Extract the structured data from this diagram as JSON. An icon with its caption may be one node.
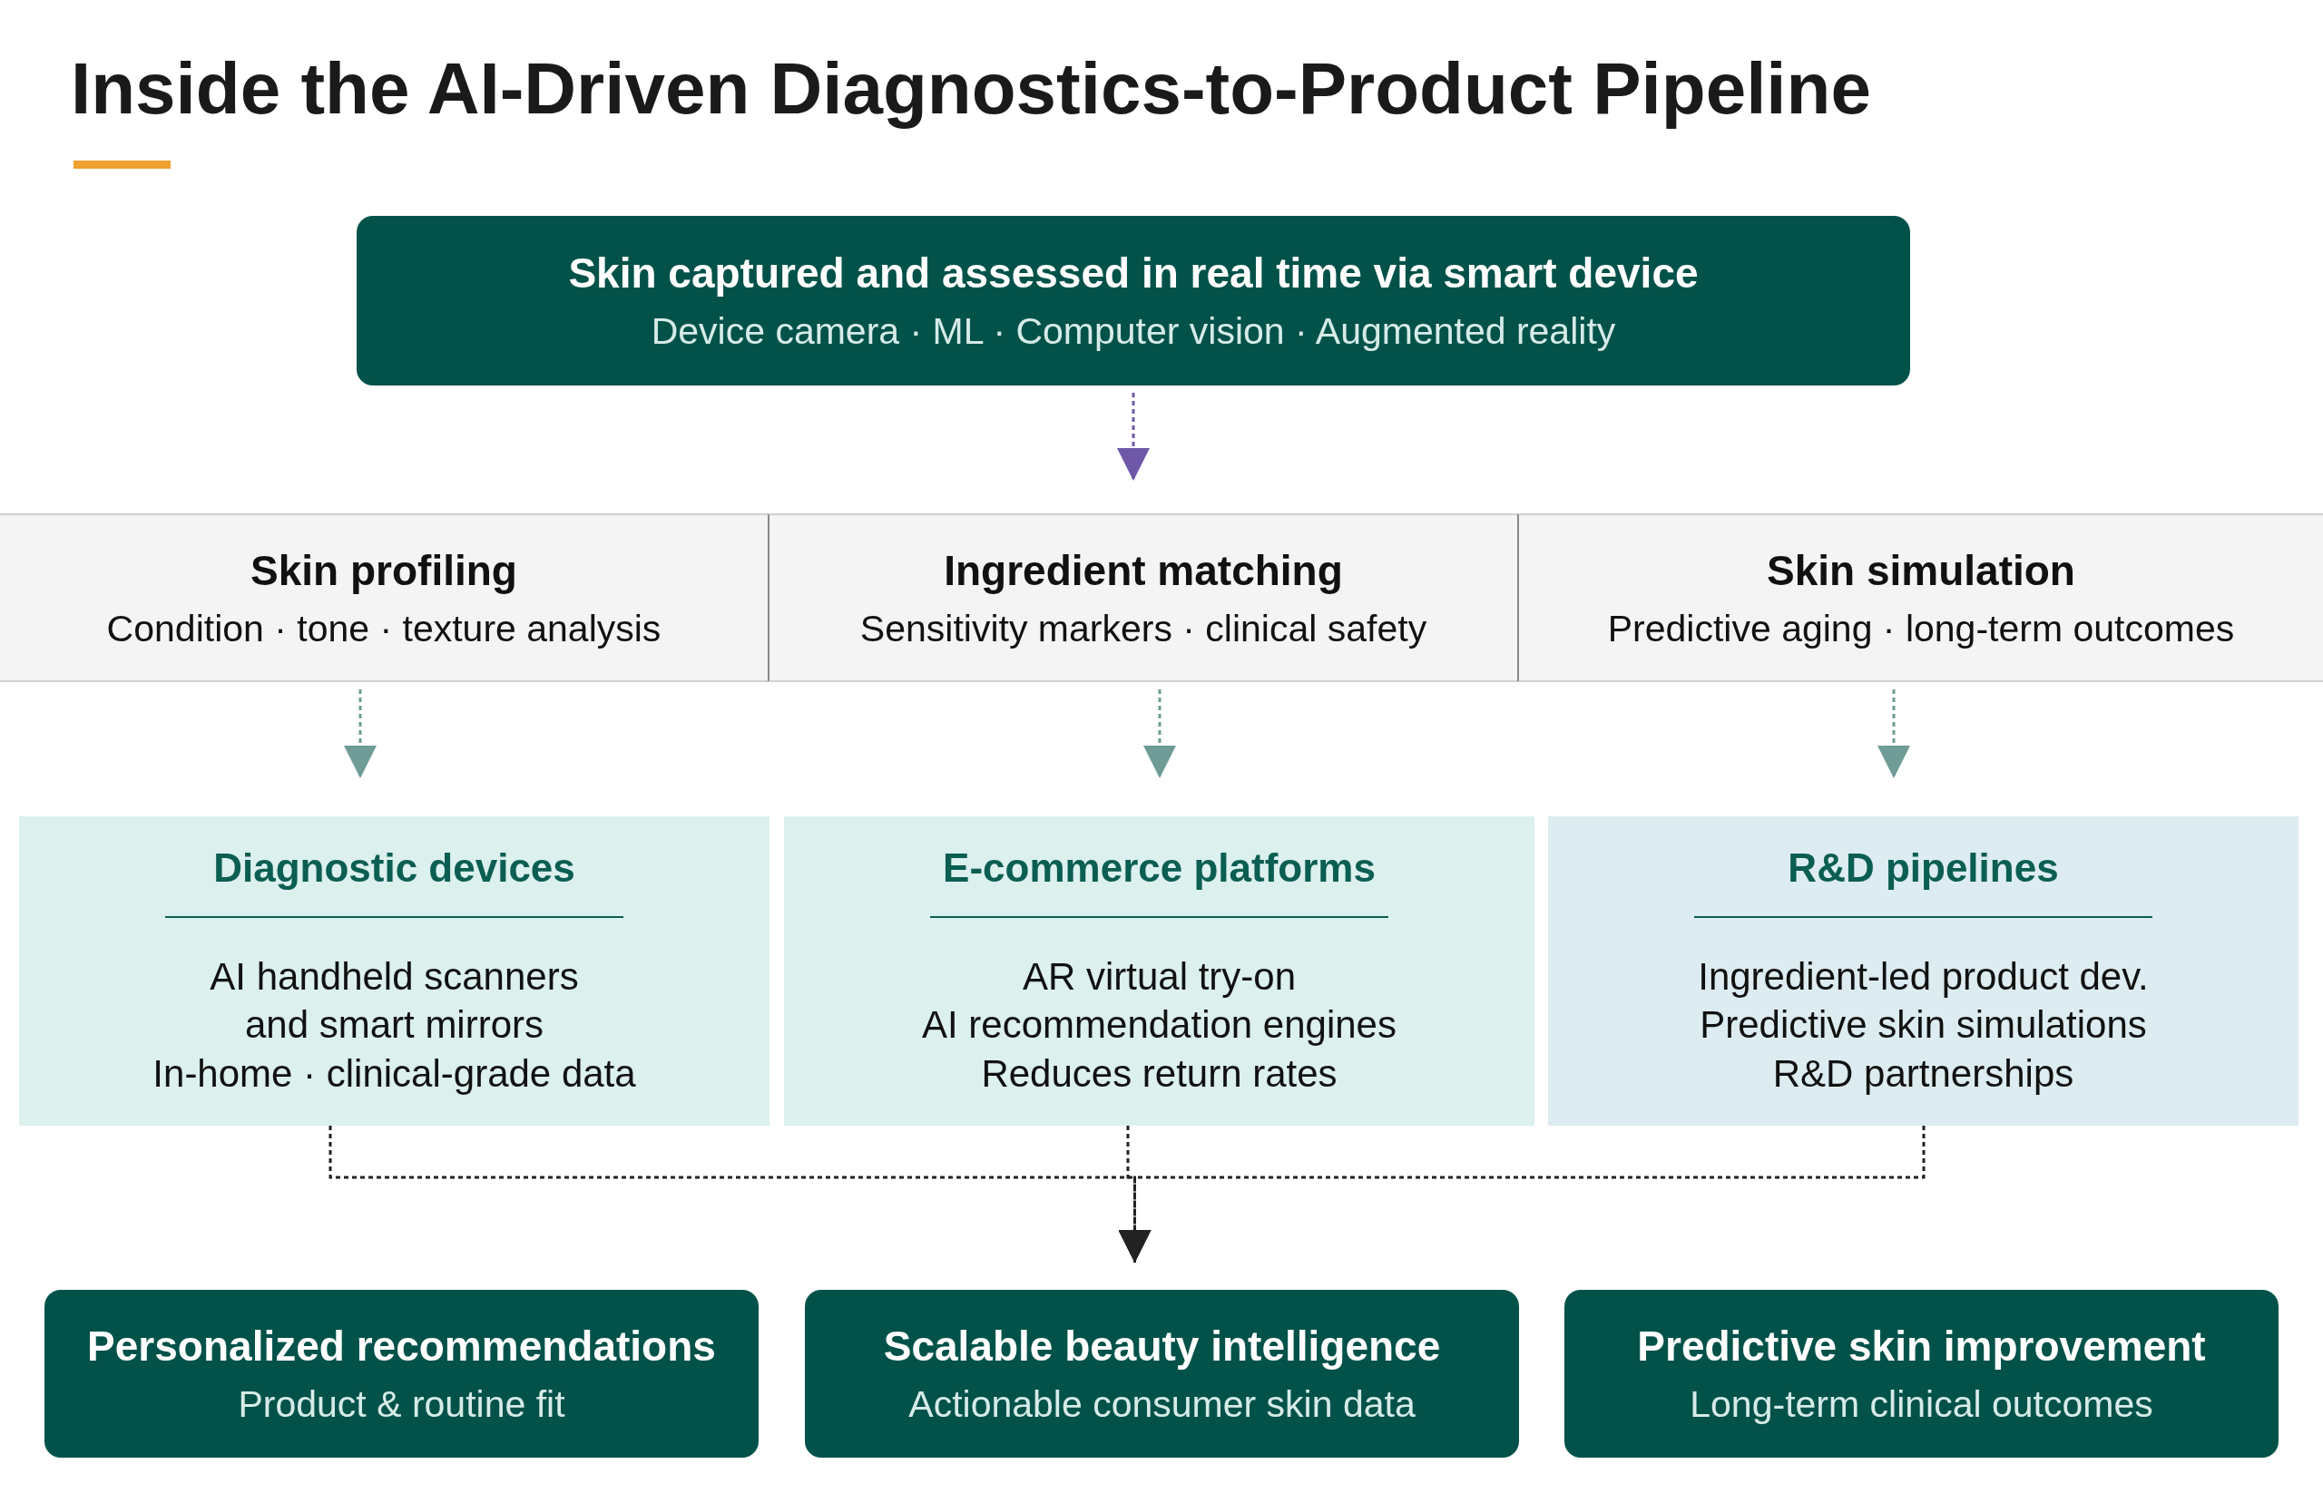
{
  "diagram": {
    "title": "Inside the AI-Driven Diagnostics-to-Product Pipeline",
    "nodes": [
      {
        "text": [
          "Skin captured and assessed in real time via smart device",
          "Device camera · ML · Computer vision · Augmented reality"
        ]
      },
      {
        "text": [
          "Skin profiling",
          "Condition · tone · texture analysis"
        ]
      },
      {
        "text": [
          "Ingredient matching",
          "Sensitivity markers · clinical safety"
        ]
      },
      {
        "text": [
          "Skin simulation",
          "Predictive aging · long-term outcomes"
        ]
      },
      {
        "text": [
          "Diagnostic devices",
          "AI handheld scanners and smart mirrors",
          "In-home · clinical-grade data"
        ]
      },
      {
        "text": [
          "E-commerce platforms",
          "AR virtual try-on",
          "AI recommendation engines",
          "Reduces return rates"
        ]
      },
      {
        "text": [
          "R&D pipelines",
          "Ingredient-led product dev.",
          "Predictive skin simulations",
          "R&D partnerships"
        ]
      },
      {
        "text": [
          "Personalized recommendations",
          "Product & routine fit"
        ]
      },
      {
        "text": [
          "Scalable beauty intelligence",
          "Actionable consumer skin data"
        ]
      },
      {
        "text": [
          "Predictive skin improvement",
          "Long-term clinical outcomes"
        ]
      }
    ],
    "edges": [
      {
        "from": 0,
        "to": 2,
        "arrow": "to",
        "style": "dashed",
        "color": "#6f58a8"
      },
      {
        "from": 1,
        "to": 4,
        "arrow": "to",
        "style": "dashed",
        "color": "#6f9c96"
      },
      {
        "from": 2,
        "to": 5,
        "arrow": "to",
        "style": "dashed",
        "color": "#6f9c96"
      },
      {
        "from": 3,
        "to": 6,
        "arrow": "to",
        "style": "dashed",
        "color": "#6f9c96"
      },
      {
        "from": 4,
        "to": 8,
        "arrow": "to",
        "style": "dashed",
        "color": "#222222"
      },
      {
        "from": 5,
        "to": 8,
        "arrow": "to",
        "style": "dashed",
        "color": "#222222"
      },
      {
        "from": 6,
        "to": 8,
        "arrow": "to",
        "style": "dashed",
        "color": "#222222"
      }
    ]
  }
}
